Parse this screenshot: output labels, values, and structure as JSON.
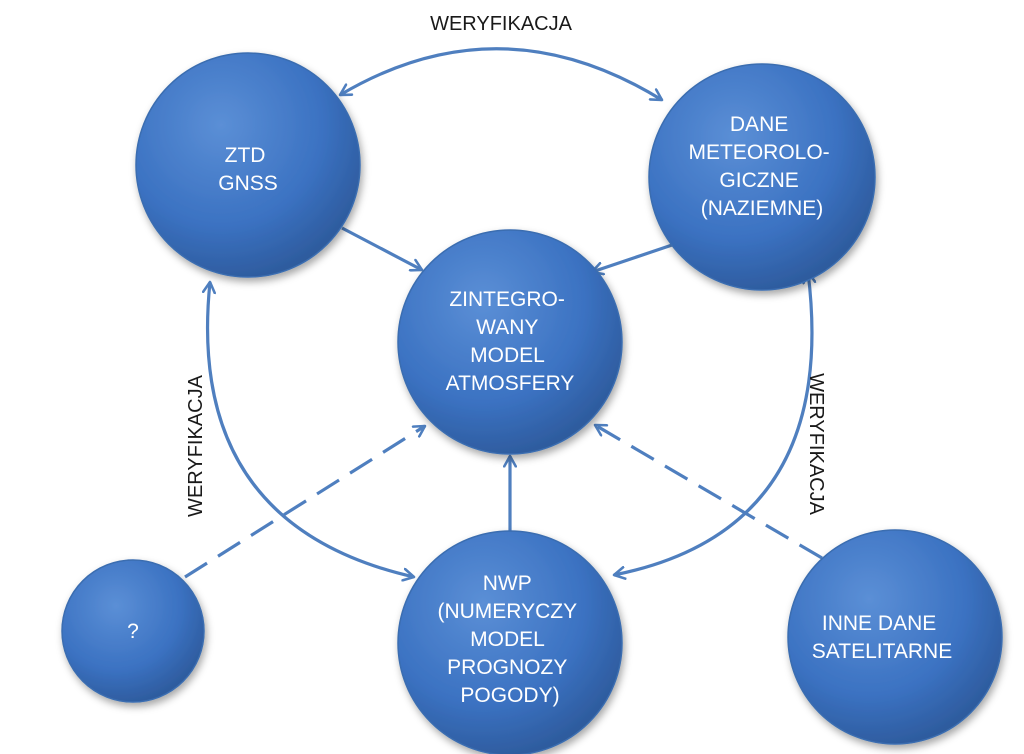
{
  "colors": {
    "node_fill_light": "#5b8fd6",
    "node_fill": "#3b72c2",
    "node_fill_dark": "#2b5797",
    "node_stroke": "#3a6db0",
    "arrow": "#4f7fbf",
    "label_text": "#1a1a1a",
    "node_text": "#ffffff"
  },
  "nodes": {
    "ztd_gnss": {
      "lines": [
        "ZTD",
        "GNSS"
      ]
    },
    "dane_meteo": {
      "lines": [
        "DANE",
        "METEOROLO-",
        "GICZNE",
        "(NAZIEMNE)"
      ]
    },
    "model": {
      "lines": [
        "ZINTEGRO-",
        "WANY",
        "MODEL",
        "ATMOSFERY"
      ]
    },
    "nwp": {
      "lines": [
        "NWP",
        "(NUMERYCZY",
        "MODEL",
        "PROGNOZY",
        "POGODY)"
      ]
    },
    "unknown": {
      "lines": [
        "?"
      ]
    },
    "inne": {
      "lines": [
        "INNE DANE",
        "SATELITARNE"
      ]
    }
  },
  "labels": {
    "top": "WERYFIKACJA",
    "left": "WERYFIKACJA",
    "right": "WERYFIKACJA"
  },
  "edges": [
    {
      "from": "ztd_gnss",
      "to": "dane_meteo",
      "style": "solid",
      "direction": "both",
      "label": "top"
    },
    {
      "from": "ztd_gnss",
      "to": "model",
      "style": "solid",
      "direction": "forward"
    },
    {
      "from": "dane_meteo",
      "to": "model",
      "style": "solid",
      "direction": "forward"
    },
    {
      "from": "nwp",
      "to": "model",
      "style": "solid",
      "direction": "forward"
    },
    {
      "from": "ztd_gnss",
      "to": "nwp",
      "style": "solid",
      "direction": "both",
      "label": "left"
    },
    {
      "from": "dane_meteo",
      "to": "nwp",
      "style": "solid",
      "direction": "both",
      "label": "right"
    },
    {
      "from": "unknown",
      "to": "model",
      "style": "dashed",
      "direction": "forward"
    },
    {
      "from": "inne",
      "to": "model",
      "style": "dashed",
      "direction": "forward"
    }
  ]
}
